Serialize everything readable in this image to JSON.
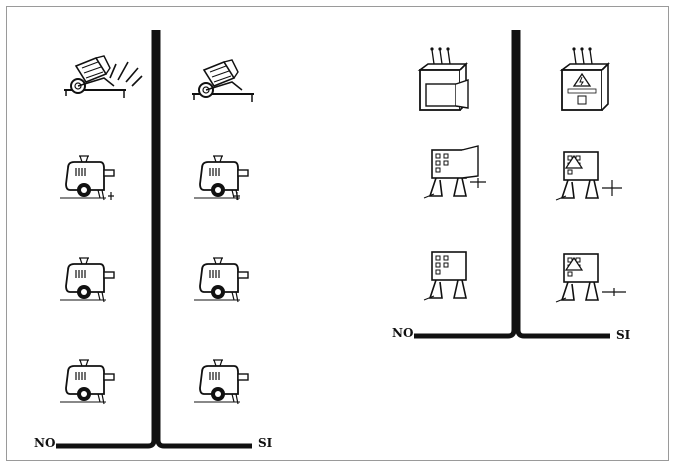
{
  "diagram": {
    "left_panel": {
      "label_no": "NO",
      "label_si": "SI",
      "rows": [
        {
          "no_icon": "concrete-mixer-icon",
          "si_icon": "concrete-mixer-icon"
        },
        {
          "no_icon": "generator-icon",
          "si_icon": "generator-icon"
        },
        {
          "no_icon": "generator-icon",
          "si_icon": "generator-icon"
        },
        {
          "no_icon": "generator-icon",
          "si_icon": "generator-icon"
        }
      ]
    },
    "right_panel": {
      "label_no": "NO",
      "label_si": "SI",
      "rows": [
        {
          "no_icon": "electrical-cabinet-icon",
          "si_icon": "electrical-cabinet-icon"
        },
        {
          "no_icon": "distribution-board-icon",
          "si_icon": "distribution-board-icon"
        },
        {
          "no_icon": "distribution-board-icon",
          "si_icon": "distribution-board-icon"
        }
      ]
    },
    "colors": {
      "ink": "#111111",
      "frame": "#9a9a9a"
    }
  }
}
